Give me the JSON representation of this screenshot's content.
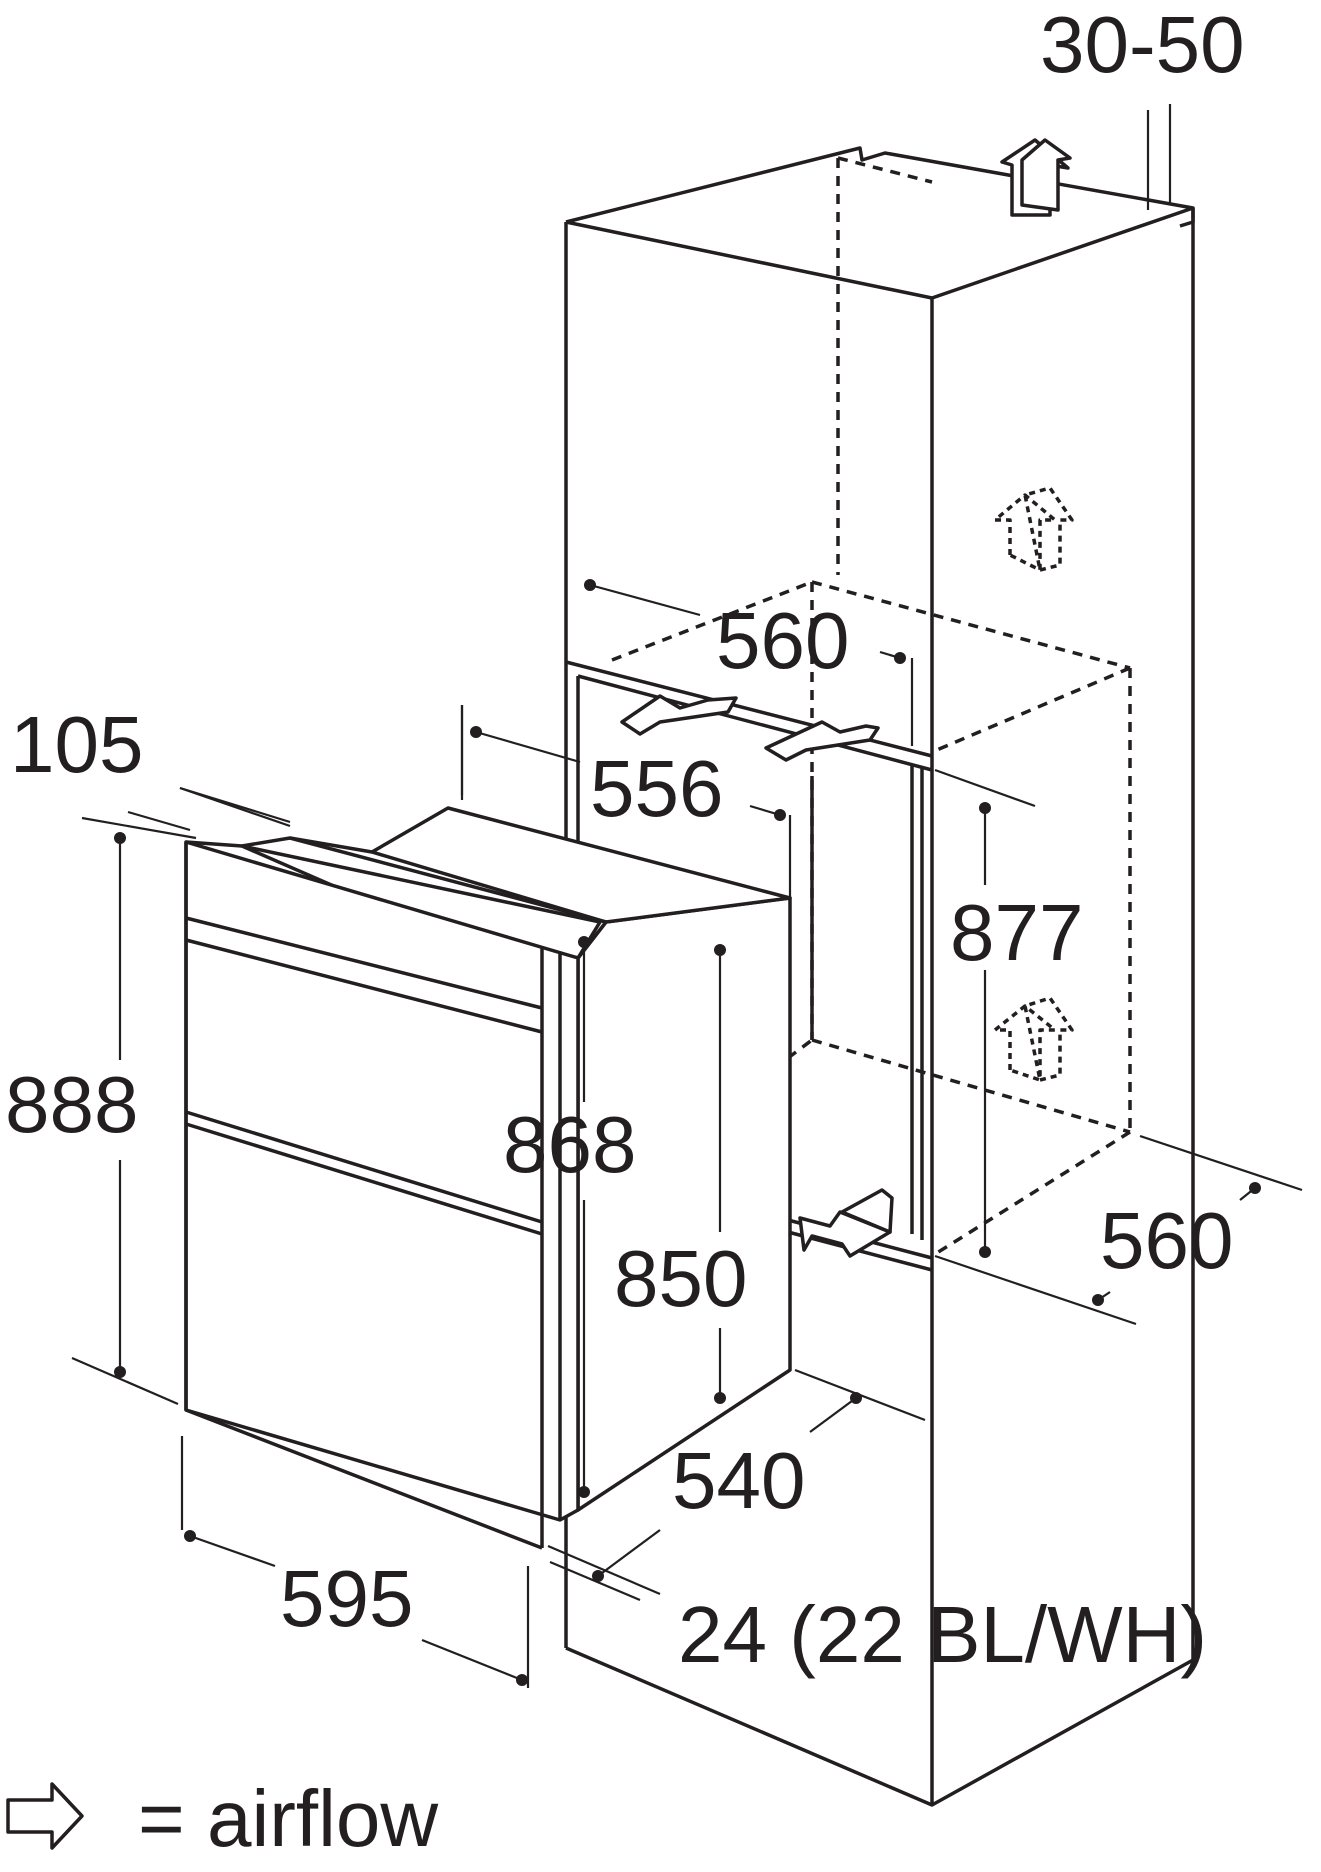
{
  "dimensions": {
    "top_gap": "30-50",
    "niche_width_top": "560",
    "niche_width_inner": "556",
    "niche_height": "877",
    "niche_depth": "560",
    "oven_top_offset": "105",
    "oven_front_height": "888",
    "oven_body_height": "868",
    "oven_inner_height": "850",
    "oven_depth": "540",
    "oven_front_width": "595",
    "front_thickness": "24 (22 BL/WH)"
  },
  "legend": {
    "label": "= airflow",
    "icon": "airflow-arrow-icon"
  }
}
